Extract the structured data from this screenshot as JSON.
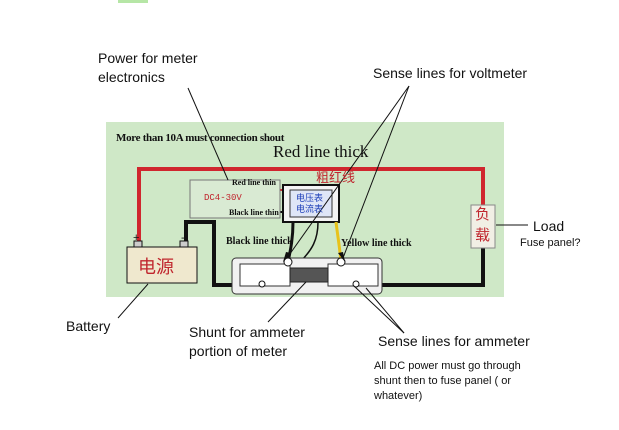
{
  "callouts": {
    "power": [
      "Power for meter",
      "electronics"
    ],
    "voltmeter": "Sense lines for voltmeter",
    "load": "Load",
    "fuse": "Fuse panel?",
    "battery": "Battery",
    "shunt": [
      "Shunt for ammeter",
      "portion of meter"
    ],
    "ammeter": "Sense lines for ammeter",
    "note": [
      "All DC power must go through",
      "shunt then to fuse panel ( or",
      "whatever)"
    ]
  },
  "diagram": {
    "header": "More than 10A must connection shout",
    "red_thick": "Red line thick",
    "red_thick_cn": "粗红线",
    "red_thin": "Red line thin",
    "black_thin": "Black line thin",
    "dc_range": "DC4-30V",
    "meter_top": "电压表",
    "meter_bottom": "电流表",
    "black_thick": "Black line thick",
    "yellow_thick": "Yellow line thick",
    "load_cn": [
      "负",
      "载"
    ],
    "battery_cn": "电源",
    "plus": "+",
    "minus": "-"
  },
  "colors": {
    "panel": "#cfe8c7",
    "red_wire": "#d0262e",
    "black_wire": "#111111",
    "yellow_wire": "#e8c21a",
    "meter_blue": "#1d3fb8",
    "accent_green": "#b6e6a6"
  }
}
